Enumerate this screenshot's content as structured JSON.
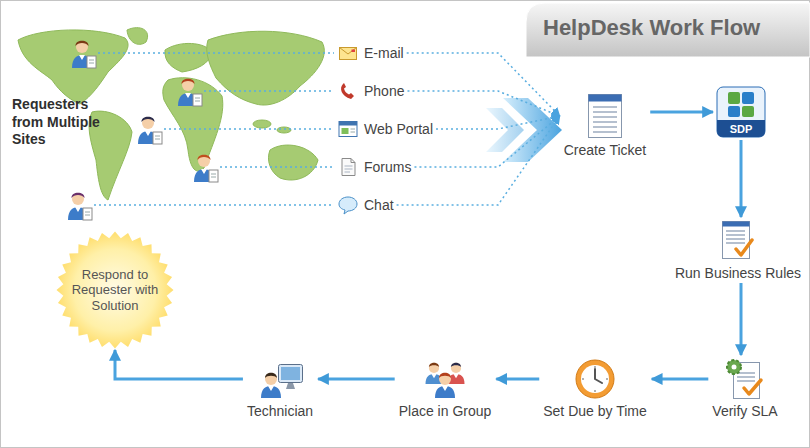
{
  "diagram": {
    "title": "HelpDesk Work Flow",
    "nodes": [
      {
        "text": [
          "E-mail"
        ]
      },
      {
        "text": [
          "Phone"
        ]
      },
      {
        "text": [
          "Web Portal"
        ]
      },
      {
        "text": [
          "Forums"
        ]
      },
      {
        "text": [
          "Chat"
        ]
      },
      {
        "text": [
          "Create Ticket"
        ]
      },
      {
        "text": [
          "SDP"
        ]
      },
      {
        "text": [
          "Run Business Rules"
        ]
      },
      {
        "text": [
          "Verify SLA"
        ]
      },
      {
        "text": [
          "Set Due by Time"
        ]
      },
      {
        "text": [
          "Place in Group"
        ]
      },
      {
        "text": [
          "Technician"
        ]
      },
      {
        "text": [
          "Respond to Requester with Solution"
        ]
      }
    ],
    "edges": [
      {
        "from": 0,
        "to": 5,
        "arrow": "to"
      },
      {
        "from": 1,
        "to": 5,
        "arrow": "to"
      },
      {
        "from": 2,
        "to": 5,
        "arrow": "to"
      },
      {
        "from": 3,
        "to": 5,
        "arrow": "to"
      },
      {
        "from": 4,
        "to": 5,
        "arrow": "to"
      },
      {
        "from": 5,
        "to": 6,
        "arrow": "to"
      },
      {
        "from": 6,
        "to": 7,
        "arrow": "to"
      },
      {
        "from": 7,
        "to": 8,
        "arrow": "to"
      },
      {
        "from": 8,
        "to": 9,
        "arrow": "to"
      },
      {
        "from": 9,
        "to": 10,
        "arrow": "to"
      },
      {
        "from": 10,
        "to": 11,
        "arrow": "to"
      },
      {
        "from": 11,
        "to": 12,
        "arrow": "to"
      }
    ],
    "labels": [
      "Requesters from Multiple Sites"
    ]
  }
}
